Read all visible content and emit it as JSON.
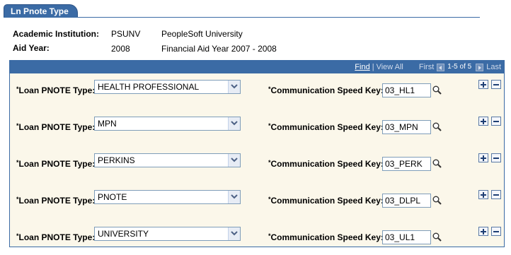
{
  "tab": {
    "label": "Ln Pnote Type"
  },
  "header": {
    "institution_label": "Academic Institution:",
    "institution_code": "PSUNV",
    "institution_name": "PeopleSoft University",
    "aid_year_label": "Aid Year:",
    "aid_year_code": "2008",
    "aid_year_name": "Financial Aid Year 2007 - 2008"
  },
  "grid_nav": {
    "find": "Find",
    "separator": "|",
    "view_all": "View All",
    "first": "First",
    "count": "1-5 of 5",
    "last": "Last"
  },
  "rows": [
    {
      "type_label": "Loan PNOTE Type:",
      "type_value": "HEALTH PROFESSIONAL",
      "key_label": "Communication Speed Key:",
      "key_value": "03_HL1"
    },
    {
      "type_label": "Loan PNOTE Type:",
      "type_value": "MPN",
      "key_label": "Communication Speed Key:",
      "key_value": "03_MPN"
    },
    {
      "type_label": "Loan PNOTE Type:",
      "type_value": "PERKINS",
      "key_label": "Communication Speed Key:",
      "key_value": "03_PERK"
    },
    {
      "type_label": "Loan PNOTE Type:",
      "type_value": "PNOTE",
      "key_label": "Communication Speed Key:",
      "key_value": "03_DLPL"
    },
    {
      "type_label": "Loan PNOTE Type:",
      "type_value": "UNIVERSITY",
      "key_label": "Communication Speed Key:",
      "key_value": "03_UL1"
    }
  ],
  "required_marker": "*",
  "colors": {
    "accent": "#3b6ba5",
    "grid_bg": "#fbf7ea"
  }
}
